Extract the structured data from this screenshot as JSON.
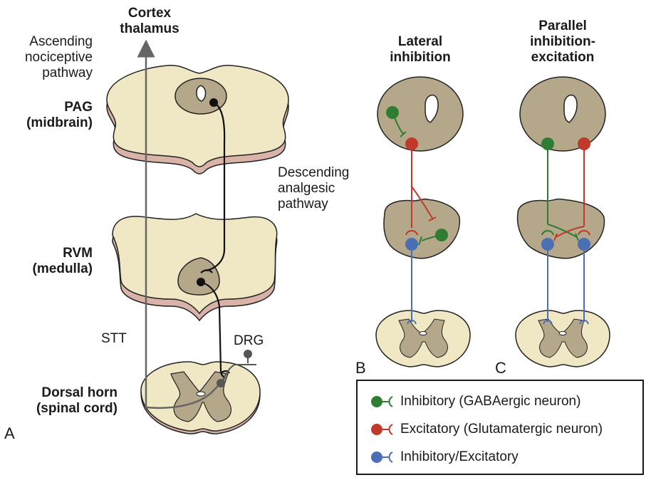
{
  "panelA": {
    "cortex": "Cortex\nthalamus",
    "ascending": "Ascending\nnociceptive\npathway",
    "pag": "PAG\n(midbrain)",
    "descending": "Descending\nanalgesic\npathway",
    "rvm": "RVM\n(medulla)",
    "stt": "STT",
    "drg": "DRG",
    "dorsal": "Dorsal horn\n(spinal cord)",
    "letter": "A"
  },
  "panelB": {
    "title": "Lateral\ninhibition",
    "letter": "B"
  },
  "panelC": {
    "title": "Parallel\ninhibition-\nexcitation",
    "letter": "C"
  },
  "legend": {
    "inhibitory": "Inhibitory (GABAergic neuron)",
    "excitatory": "Excitatory (Glutamatergic neuron)",
    "both": "Inhibitory/Excitatory"
  },
  "colors": {
    "inhibitory": "#2e7d32",
    "excitatory": "#c0392b",
    "both": "#4a6fb5",
    "tissue": "#f0e8c4",
    "tissue_dark": "#b5a88a",
    "tissue_edge": "#d9b3a8"
  }
}
